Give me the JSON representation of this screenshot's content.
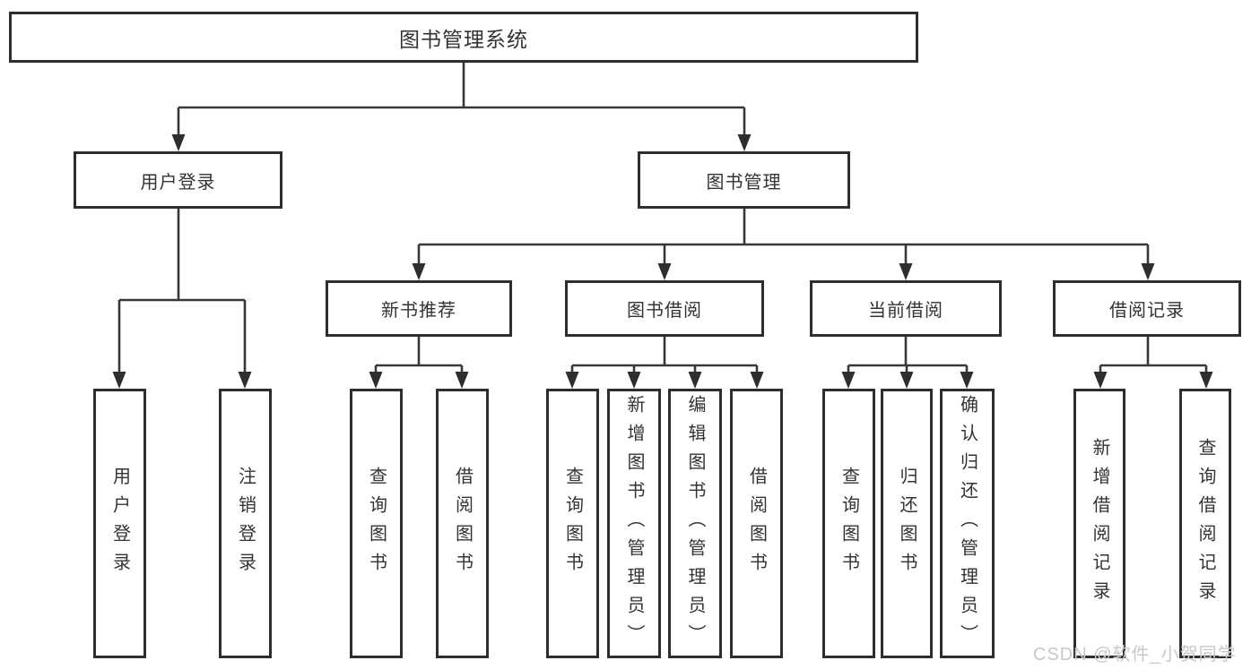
{
  "title": "图书管理系统",
  "tree": {
    "label": "图书管理系统",
    "children": [
      {
        "label": "用户登录",
        "children": [
          {
            "label": "用户登录"
          },
          {
            "label": "注销登录"
          }
        ]
      },
      {
        "label": "图书管理",
        "children": [
          {
            "label": "新书推荐",
            "children": [
              {
                "label": "查询图书"
              },
              {
                "label": "借阅图书"
              }
            ]
          },
          {
            "label": "图书借阅",
            "children": [
              {
                "label": "查询图书"
              },
              {
                "label": "新增图书（管理员）"
              },
              {
                "label": "编辑图书（管理员）"
              },
              {
                "label": "借阅图书"
              }
            ]
          },
          {
            "label": "当前借阅",
            "children": [
              {
                "label": "查询图书"
              },
              {
                "label": "归还图书"
              },
              {
                "label": "确认归还（管理员）"
              }
            ]
          },
          {
            "label": "借阅记录",
            "children": [
              {
                "label": "新增借阅记录"
              },
              {
                "label": "查询借阅记录"
              }
            ]
          }
        ]
      }
    ]
  },
  "watermark": {
    "text": "CSDN @软件_小贺同学"
  },
  "colors": {
    "line": "#2e2e2e",
    "text": "#333333",
    "background": "#ffffff",
    "watermark": "#c8c8c8"
  }
}
